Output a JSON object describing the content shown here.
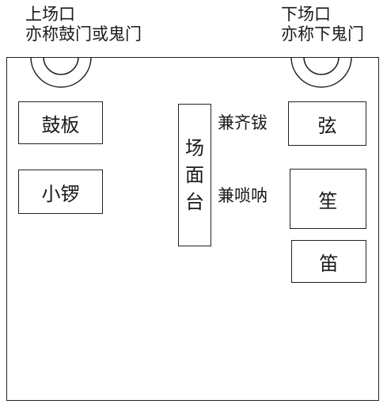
{
  "doors": {
    "upper": {
      "line1": "上场口",
      "line2": "亦称鼓门或鬼门"
    },
    "lower": {
      "line1": "下场口",
      "line2": "亦称下鬼门"
    }
  },
  "left_instruments": {
    "drum_board": "鼓板",
    "small_gong": "小锣"
  },
  "center_platform": {
    "chars": [
      "场",
      "面",
      "台"
    ]
  },
  "right_labels": {
    "cymbals_note": "兼齐钹",
    "suona_note": "兼唢呐"
  },
  "right_instruments": {
    "xian": "弦",
    "sheng": "笙",
    "di": "笛"
  }
}
